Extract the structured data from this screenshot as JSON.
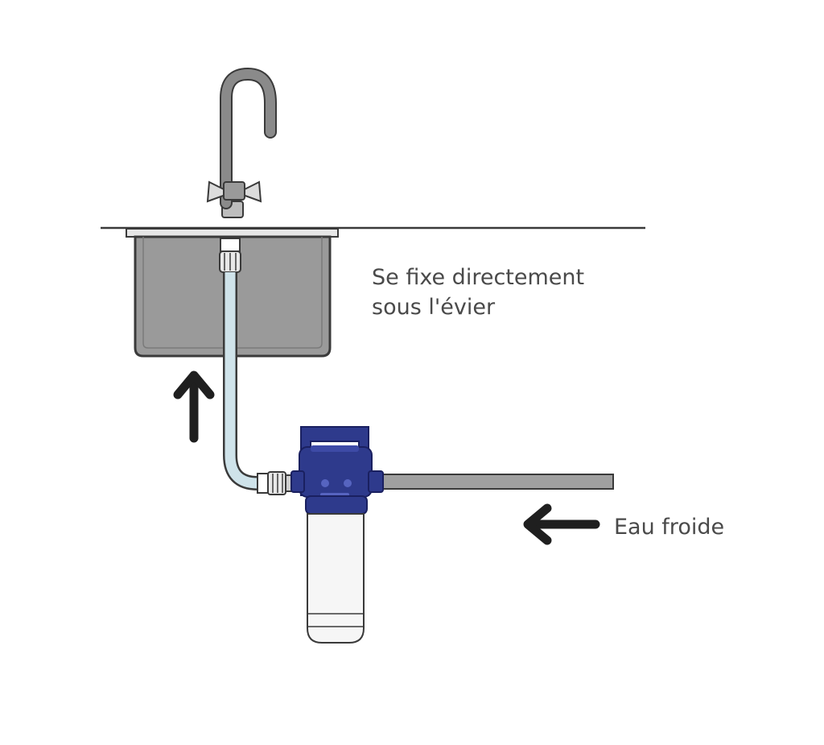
{
  "annotations": {
    "mounting_line1": "Se fixe directement",
    "mounting_line2": "sous l'évier",
    "cold_water": "Eau froide"
  },
  "colors": {
    "outline": "#3a3a3a",
    "sink_fill": "#9a9a9a",
    "faucet": "#8a8a8a",
    "hose": "#cfe3ea",
    "filter_head": "#2e3a8c",
    "filter_body": "#f6f6f6",
    "pipe": "#a0a0a0",
    "arrow": "#1f1f1f"
  },
  "icons": {
    "up": "arrow-up-icon",
    "left": "arrow-left-icon"
  }
}
